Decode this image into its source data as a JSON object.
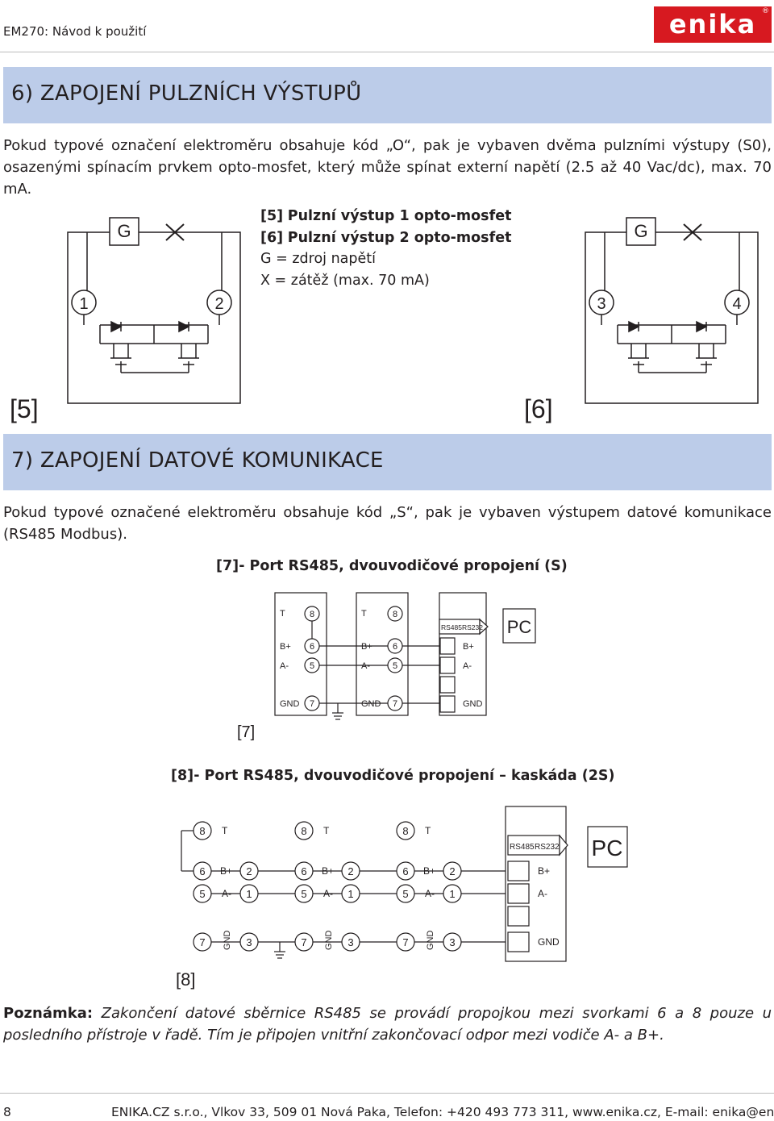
{
  "header": {
    "doc_title": "EM270: Návod k použití",
    "logo_text": "enika",
    "logo_reg": "®",
    "brand_color": "#d71920"
  },
  "section6": {
    "heading": "6) ZAPOJENÍ PULZNÍCH VÝSTUPŮ",
    "line1": "Pokud typové označení elektroměru obsahuje kód „O“, pak je vybaven dvěma pulzními výstupy (S0),",
    "line2": "osazenými spínacím prvkem opto-mosfet, který může spínat externí napětí (2.5 až 40 Vac/dc), max. 70 mA.",
    "legend": {
      "l5_tag": "[5]",
      "l5": "Pulzní výstup 1 opto-mosfet",
      "l6_tag": "[6]",
      "l6": "Pulzní výstup 2 opto-mosfet",
      "g": "G = zdroj napětí",
      "x": "X = zátěž (max. 70 mA)"
    },
    "fig5": {
      "label": "[5]",
      "source": "G",
      "t1": "1",
      "t2": "2"
    },
    "fig6": {
      "label": "[6]",
      "source": "G",
      "t1": "3",
      "t2": "4"
    }
  },
  "section7": {
    "heading": "7) ZAPOJENÍ DATOVÉ KOMUNIKACE",
    "line1": "Pokud typové označené elektroměru obsahuje kód „S“, pak je vybaven výstupem datové komunikace",
    "line2": "(RS485 Modbus).",
    "fig7": {
      "caption_tag": "[7]",
      "caption": "- Port RS485, dvouvodičové propojení (S)",
      "label": "[7]",
      "t": "T",
      "bplus": "B+",
      "aminus": "A-",
      "gnd": "GND",
      "n8": "8",
      "n6": "6",
      "n5": "5",
      "n7": "7",
      "rs485": "RS485",
      "rs232": "RS232",
      "pc": "PC"
    },
    "fig8": {
      "caption_tag": "[8]",
      "caption": "- Port RS485, dvouvodičové propojení – kaskáda (2S)",
      "label": "[8]",
      "t": "T",
      "bplus": "B+",
      "aminus": "A-",
      "gnd": "GND",
      "n8": "8",
      "n6": "6",
      "n5": "5",
      "n7": "7",
      "n2": "2",
      "n1": "1",
      "n3": "3",
      "rs485": "RS485",
      "rs232": "RS232",
      "pc": "PC"
    }
  },
  "note": {
    "label": "Poznámka:",
    "line1": "Zakončení datové sběrnice RS485 se provádí propojkou mezi svorkami 6 a 8 pouze u",
    "line2": "posledního přístroje v řadě. Tím je připojen vnitřní zakončovací odpor mezi vodiče A- a B+."
  },
  "footer": {
    "page": "8",
    "text": "ENIKA.CZ s.r.o., Vlkov 33, 509 01 Nová Paka, Telefon: +420 493 773 311, www.enika.cz, E-mail: enika@enika.cz"
  }
}
